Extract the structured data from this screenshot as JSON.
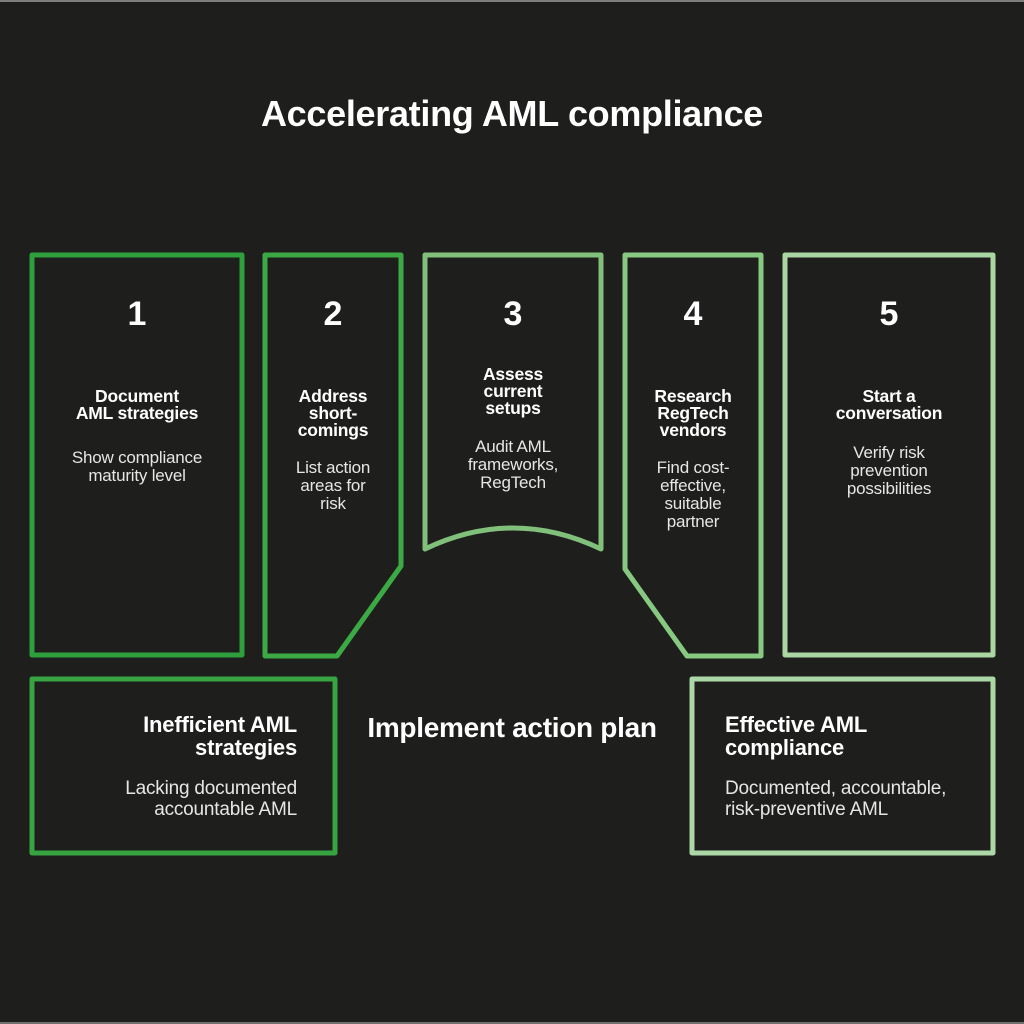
{
  "page": {
    "title": "Accelerating AML compliance"
  },
  "steps": [
    {
      "number": "1",
      "title": "Document\nAML strategies",
      "description": "Show compliance\nmaturity level",
      "border_color": "#2F9E3C"
    },
    {
      "number": "2",
      "title": "Address\nshort-\ncomings",
      "description": "List action\nareas for\nrisk",
      "border_color": "#3CAA44"
    },
    {
      "number": "3",
      "title": "Assess\ncurrent\nsetups",
      "description": "Audit AML\nframeworks,\nRegTech",
      "border_color": "#81C07A"
    },
    {
      "number": "4",
      "title": "Research\nRegTech\nvendors",
      "description": "Find cost-\neffective,\nsuitable\npartner",
      "border_color": "#88C981"
    },
    {
      "number": "5",
      "title": "Start a\nconversation",
      "description": "Verify risk\nprevention\npossibilities",
      "border_color": "#AAD6A3"
    }
  ],
  "outcomes": {
    "before": {
      "title": "Inefficient AML\nstrategies",
      "description": "Lacking documented\naccountable AML",
      "border_color": "#37A441"
    },
    "action": {
      "label": "Implement action plan"
    },
    "after": {
      "title": "Effective AML\ncompliance",
      "description": "Documented, accountable,\nrisk-preventive AML",
      "border_color": "#ACD8A7"
    }
  },
  "colors": {
    "background": "#1E1F1D",
    "heading_text": "#FFFFFF",
    "description_text": "#E6E6E4",
    "top_edge_line": "#7E7E7E",
    "bottom_edge_line": "#6F6F6F"
  }
}
